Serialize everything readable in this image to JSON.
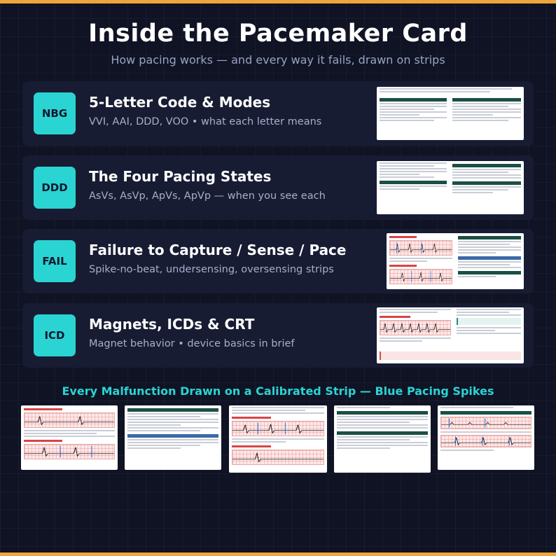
{
  "title": "Inside the Pacemaker Card",
  "subtitle": "How pacing works — and every way it fails, drawn on strips",
  "cards": [
    {
      "badge": "NBG",
      "title": "5-Letter Code & Modes",
      "desc": "VVI, AAI, DDD, VOO  •  what each letter means"
    },
    {
      "badge": "DDD",
      "title": "The Four Pacing States",
      "desc": "AsVs, AsVp, ApVs, ApVp — when you see each"
    },
    {
      "badge": "FAIL",
      "title": "Failure to Capture / Sense / Pace",
      "desc": "Spike-no-beat, undersensing, oversensing strips"
    },
    {
      "badge": "ICD",
      "title": "Magnets, ICDs & CRT",
      "desc": "Magnet behavior  •  device basics in brief"
    }
  ],
  "section_heading": "Every Malfunction Drawn on a Calibrated Strip  —  Blue Pacing Spikes",
  "colors": {
    "accent": "#2ad4d2",
    "background": "#0f1324",
    "card": "#171c33",
    "frame": "#f0a53a",
    "pacing_spike": "#2f6fd6"
  }
}
